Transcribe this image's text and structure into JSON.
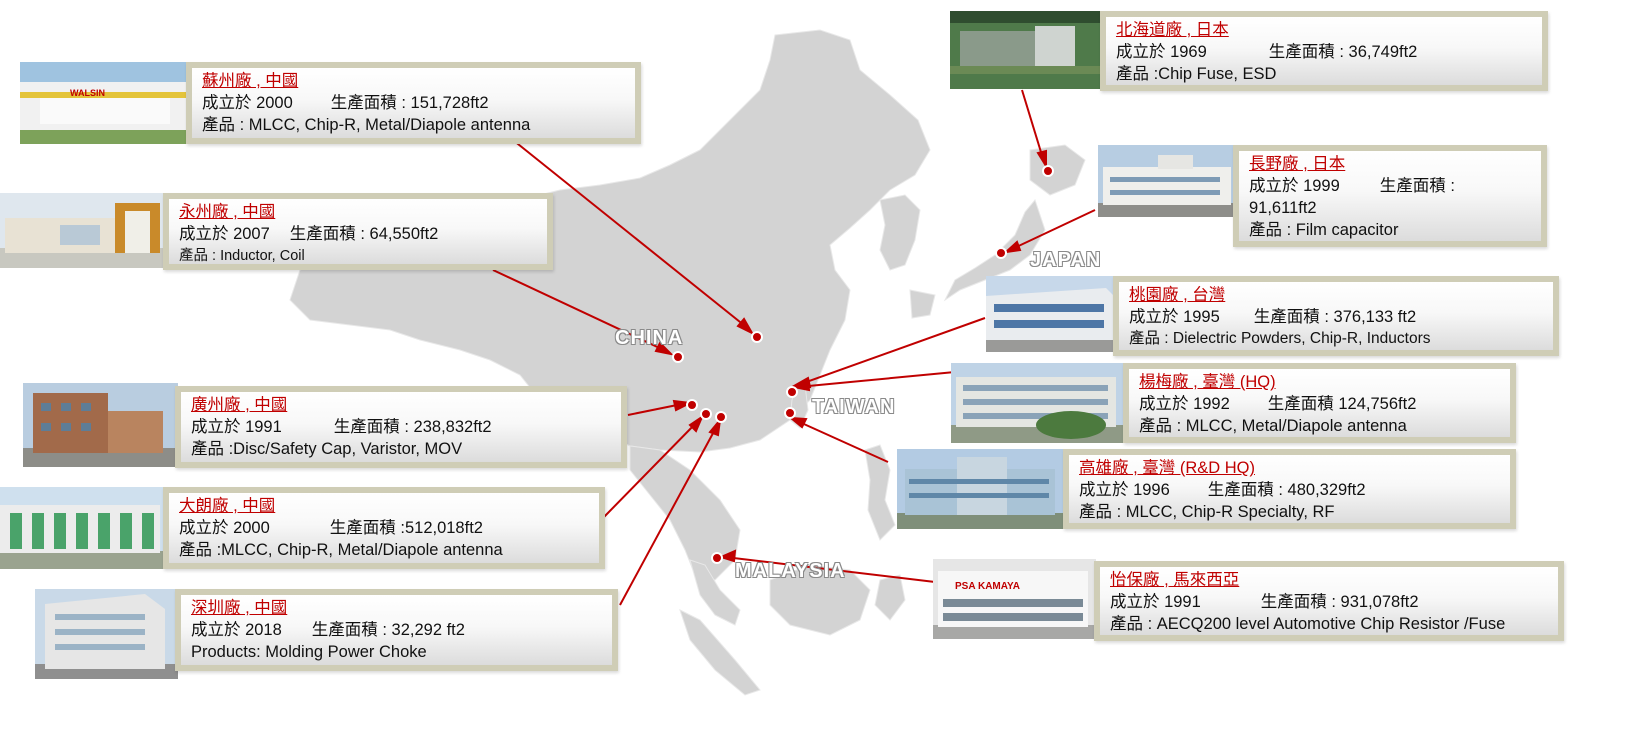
{
  "countries": {
    "china": "CHINA",
    "japan": "JAPAN",
    "taiwan": "TAIWAN",
    "malaysia": "MALAYSIA"
  },
  "photos": {
    "suzhou_sign": "WALSIN",
    "kamaya_sign": "PSA KAMAYA"
  },
  "colors": {
    "accent": "#c00000",
    "map_land": "#d2d2d2",
    "card_border": "#cfcdb6"
  },
  "factories": {
    "suzhou": {
      "name": "蘇州廠 , 中國",
      "l1a": "成立於   2000",
      "l1b": "生產面積 : 151,728ft2",
      "l2": "產品 : MLCC, Chip-R, Metal/Diapole antenna"
    },
    "yongzhou": {
      "name": "永州廠 , 中國",
      "l1a": "成立於   2007",
      "l1b": "生產面積 : 64,550ft2",
      "l2": "產品 : Inductor, Coil"
    },
    "guangzhou": {
      "name": "廣州廠 , 中國",
      "l1a": "成立於    1991",
      "l1b": "生產面積 : 238,832ft2",
      "l2": "產品 :Disc/Safety Cap, Varistor, MOV"
    },
    "dalang": {
      "name": "大朗廠 , 中國",
      "l1a": "成立於   2000",
      "l1b": "生產面積 :512,018ft2",
      "l2": "產品 :MLCC, Chip-R, Metal/Diapole antenna"
    },
    "shenzhen": {
      "name": "深圳廠 , 中國",
      "l1a": "成立於  2018",
      "l1b": "生產面積 : 32,292 ft2",
      "l2": "Products:  Molding Power Choke"
    },
    "hokkaido": {
      "name": "北海道廠 , 日本",
      "l1a": "成立於 1969",
      "l1b": "生產面積 : 36,749ft2",
      "l2": "產品 :Chip Fuse, ESD"
    },
    "nagano": {
      "name": "長野廠 , 日本",
      "l1a": "成立於 1999",
      "l1b": "生產面積 :",
      "l1c": "91,611ft2",
      "l2": "產品 : Film capacitor"
    },
    "taoyuan": {
      "name": "桃園廠 , 台灣",
      "l1a": "成立於   1995",
      "l1b": "生產面積 : 376,133 ft2",
      "l2": "產品 : Dielectric Powders, Chip-R, Inductors"
    },
    "yangmei": {
      "name": "楊梅廠 , 臺灣  (HQ)",
      "l1a": "成立於 1992",
      "l1b": "生產面積 124,756ft2",
      "l2": "產品 :  MLCC, Metal/Diapole antenna"
    },
    "kaohsiung": {
      "name": "高雄廠 , 臺灣  (R&D HQ)",
      "l1a": "成立於   1996",
      "l1b": "生產面積 : 480,329ft2",
      "l2": "產品 : MLCC, Chip-R Specialty, RF"
    },
    "ipoh": {
      "name": "怡保廠 , 馬來西亞",
      "l1a": "成立於 1991",
      "l1b": "生產面積 : 931,078ft2",
      "l2": "產品 : AECQ200 level Automotive Chip Resistor /Fuse"
    }
  }
}
